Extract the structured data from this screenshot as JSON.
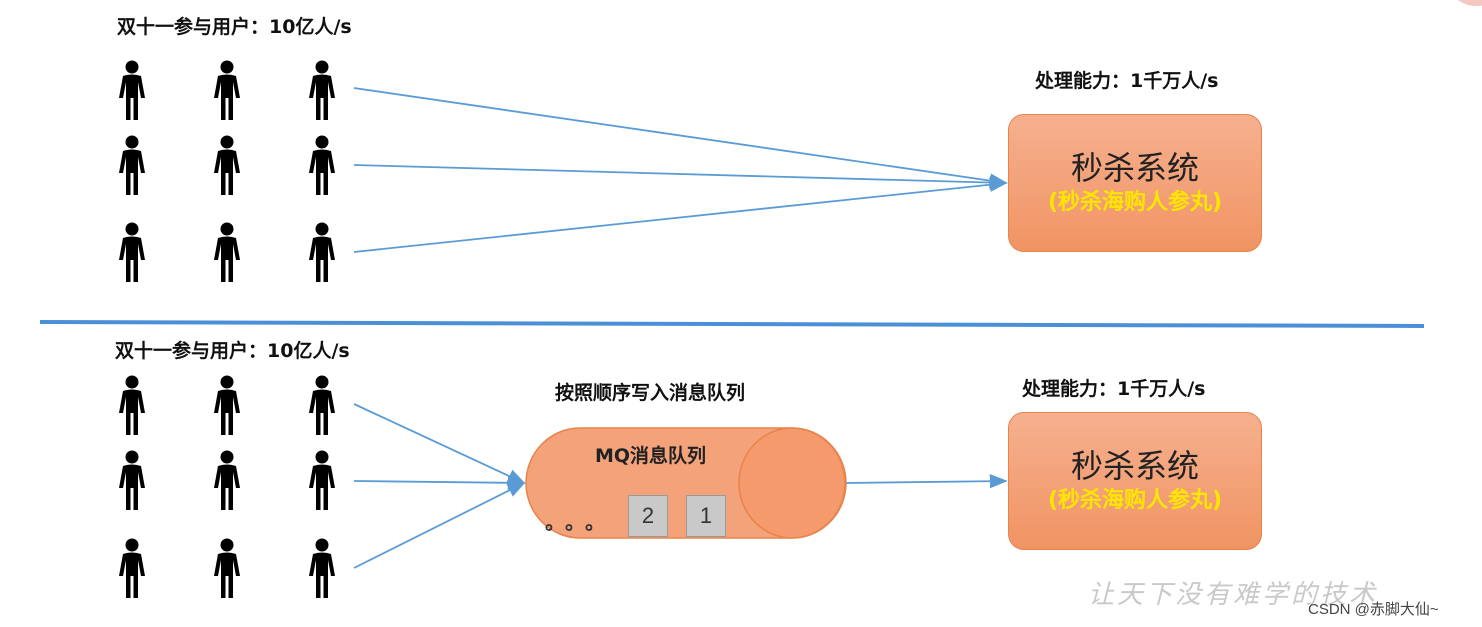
{
  "top": {
    "users_label": "双十一参与用户：10亿人/s",
    "capacity_label": "处理能力：1千万人/s",
    "system": {
      "title": "秒杀系统",
      "subtitle": "(秒杀海购人参丸)"
    }
  },
  "bottom": {
    "users_label": "双十一参与用户：10亿人/s",
    "queue_caption": "按照顺序写入消息队列",
    "queue": {
      "title": "MQ消息队列",
      "ellipsis": "。。。",
      "items": [
        "2",
        "1"
      ]
    },
    "capacity_label": "处理能力：1千万人/s",
    "system": {
      "title": "秒杀系统",
      "subtitle": "(秒杀海购人参丸)"
    }
  },
  "watermark": "让天下没有难学的技术",
  "attribution": "CSDN @赤脚大仙~",
  "colors": {
    "arrow": "#5b9bd5",
    "divider": "#4a90d9",
    "box_fill": "#f4a27a",
    "box_border": "#e8834a",
    "subtitle": "#ffe600"
  }
}
